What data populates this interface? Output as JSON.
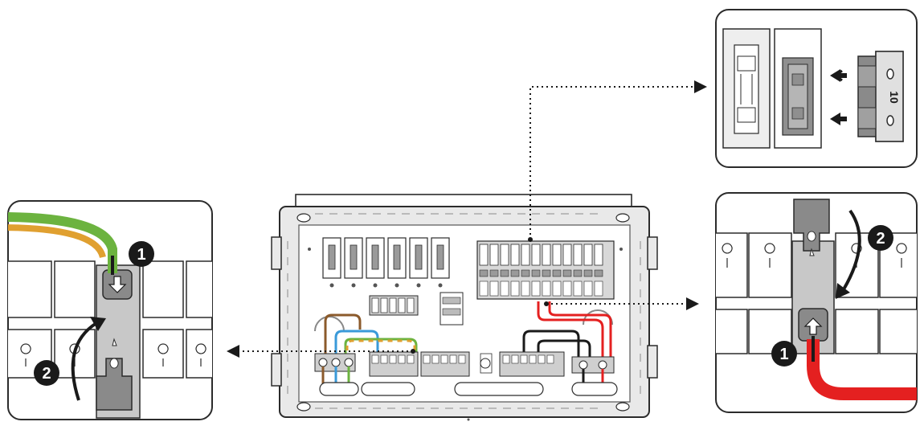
{
  "diagram": {
    "callouts": {
      "top_right": {
        "insert_text": "10"
      },
      "bottom_right": {
        "step_1": "1",
        "step_2": "2"
      },
      "left": {
        "step_1": "1",
        "step_2": "2"
      }
    },
    "colors": {
      "outline": "#2b2b2b",
      "panel_grey": "#e6e6e6",
      "terminal_grey": "#bfbfbf",
      "dark_grey": "#808080",
      "wire_brown": "#8b5a2b",
      "wire_blue": "#3a9ad9",
      "wire_green": "#6cb33f",
      "wire_yellow": "#e0a030",
      "wire_red": "#e42020",
      "wire_black": "#1a1a1a",
      "badge_fill": "#1a1a1a",
      "badge_text": "#ffffff"
    },
    "icons": [
      "arrow-left-icon",
      "arrow-down-icon",
      "arrow-up-icon",
      "curved-arrow-icon",
      "dotted-leader-arrow"
    ]
  }
}
